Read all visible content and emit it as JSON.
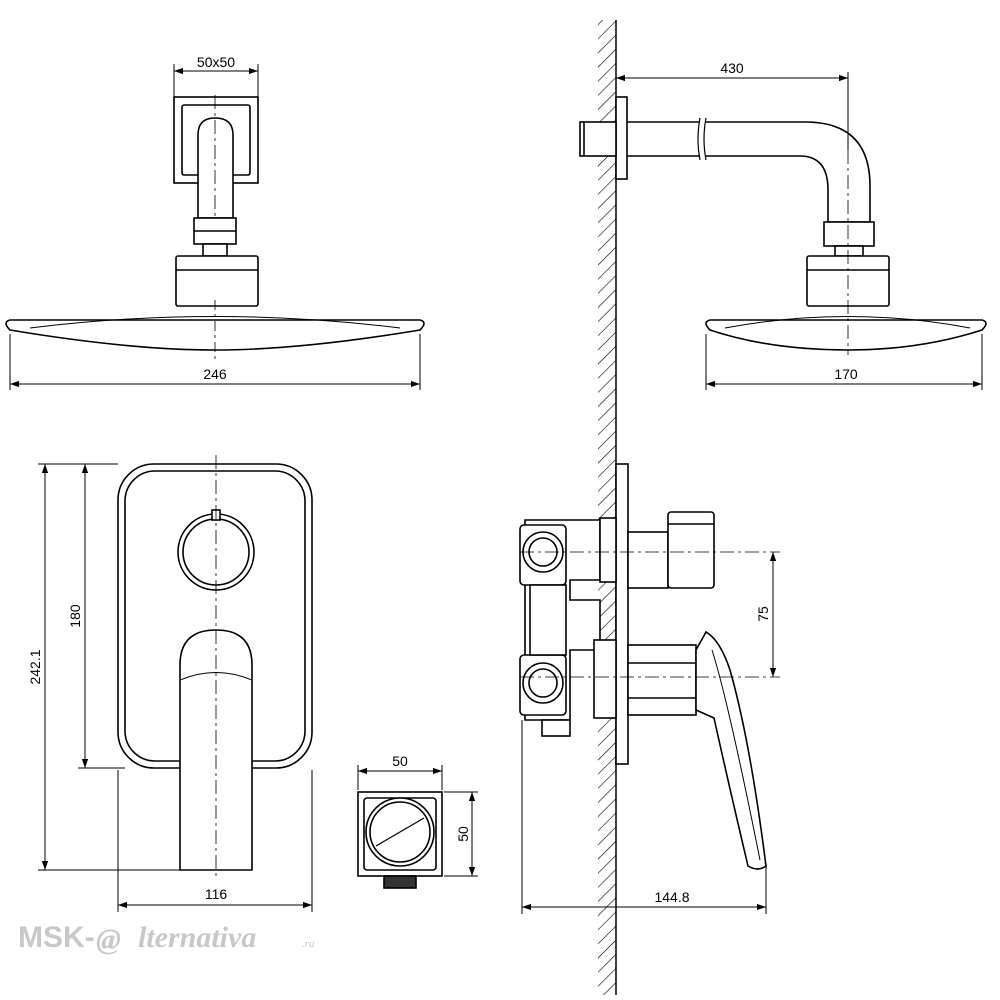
{
  "dimensions": {
    "wall_mount": "50x50",
    "head_width_front": "246",
    "arm_length": "430",
    "head_width_side": "170",
    "mixer_height": "242.1",
    "plate_height": "180",
    "mixer_width": "116",
    "outlet_width": "50",
    "outlet_height": "50",
    "outlet_spacing": "75",
    "depth": "144.8"
  },
  "watermark": {
    "brand_start": "MSK-",
    "brand_at": "@",
    "brand_rest": "lternativa",
    "brand_suffix": ".ru"
  }
}
